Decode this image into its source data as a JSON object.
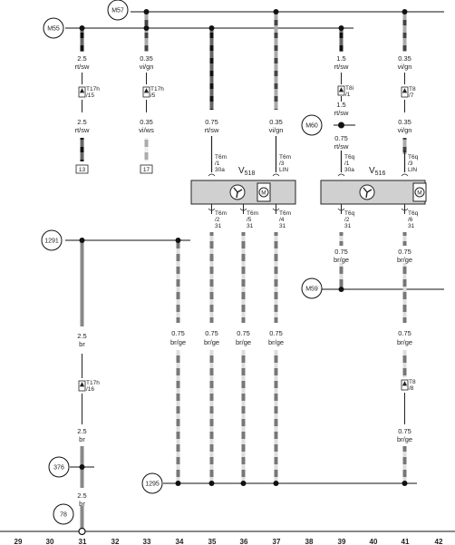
{
  "bubbles": {
    "m57": "M57",
    "m55": "M55",
    "m60": "M60",
    "m59": "M59",
    "b1291": "1291",
    "b1295": "1295",
    "b376": "376",
    "b78": "78"
  },
  "wires": {
    "w31_top_size": "2.5",
    "w31_top_color": "rt/sw",
    "w31_mid_size": "2.5",
    "w31_mid_color": "rt/sw",
    "w31_low_size": "2.5",
    "w31_low_color": "br",
    "w31_low2_size": "2.5",
    "w31_low2_color": "br",
    "w31_bot_size": "2.5",
    "w31_bot_color": "br",
    "w33_top_size": "0.35",
    "w33_top_color": "vi/gn",
    "w33_mid_size": "0.35",
    "w33_mid_color": "vi/ws",
    "w35_top_size": "0.75",
    "w35_top_color": "rt/sw",
    "w37_top_size": "0.35",
    "w37_top_color": "vi/gn",
    "w39_top_size": "1.5",
    "w39_top_color": "rt/sw",
    "w39_b_size": "1.5",
    "w39_b_color": "rt/sw",
    "w39_c_size": "0.75",
    "w39_c_color": "rt/sw",
    "w41_top_size": "0.35",
    "w41_top_color": "vi/gn",
    "w41_mid_size": "0.35",
    "w41_mid_color": "vi/gn",
    "w39_low_size": "0.75",
    "w39_low_color": "br/ge",
    "w41_low_size": "0.75",
    "w41_low_color": "br/ge",
    "w41_low2_size": "0.75",
    "w41_low2_color": "br/ge",
    "w41_bot_size": "0.75",
    "w41_bot_color": "br/ge",
    "w34_size": "0.75",
    "w34_color": "br/ge",
    "w35_low_size": "0.75",
    "w35_low_color": "br/ge",
    "w36_low_size": "0.75",
    "w36_low_color": "br/ge",
    "w37_low_size": "0.75",
    "w37_low_color": "br/ge"
  },
  "connectors": {
    "t17h_15_a": "T17h",
    "t17h_15_b": "/15",
    "t17h_5_a": "T17h",
    "t17h_5_b": "/5",
    "t8i_a": "T8i",
    "t8i_b": "/1",
    "t8_7_a": "T8",
    "t8_7_b": "/7",
    "t17h_16_a": "T17h",
    "t17h_16_b": "/16",
    "t8_8_a": "T8",
    "t8_8_b": "/8",
    "t6m_1_a": "T6m",
    "t6m_1_b": "/1",
    "t6m_1_c": "30a",
    "t6m_3_a": "T6m",
    "t6m_3_b": "/3",
    "t6m_3_c": "LIN",
    "t6q_1_a": "T6q",
    "t6q_1_b": "/1",
    "t6q_1_c": "30a",
    "t6q_3_a": "T6q",
    "t6q_3_b": "/3",
    "t6q_3_c": "LIN",
    "t6m_2_a": "T6m",
    "t6m_2_b": "/2",
    "t6m_2_c": "31",
    "t6m_5_a": "T6m",
    "t6m_5_b": "/5",
    "t6m_5_c": "31",
    "t6m_4_a": "T6m",
    "t6m_4_b": "/4",
    "t6m_4_c": "31",
    "t6q_2_a": "T6q",
    "t6q_2_b": "/2",
    "t6q_2_c": "31",
    "t6q_6_a": "T6q",
    "t6q_6_b": "/6",
    "t6q_6_c": "31"
  },
  "boxes": {
    "b13": "13",
    "b17": "17",
    "motor_label": "M"
  },
  "components": {
    "v518_main": "V",
    "v518_sub": "518",
    "v516_main": "V",
    "v516_sub": "516"
  },
  "axis": [
    "29",
    "30",
    "31",
    "32",
    "33",
    "34",
    "35",
    "36",
    "37",
    "38",
    "39",
    "40",
    "41",
    "42"
  ]
}
